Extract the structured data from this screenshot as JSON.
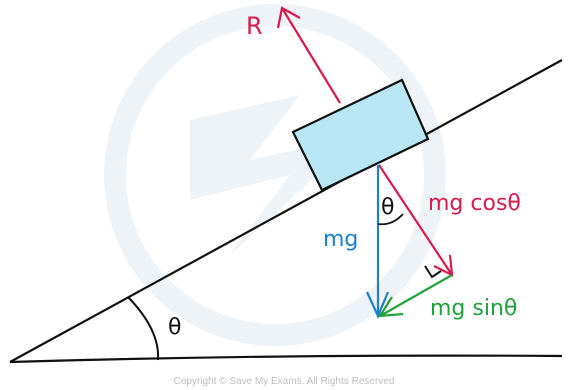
{
  "labels": {
    "reaction": "R",
    "weight": "mg",
    "normal_component": "mg cosθ",
    "parallel_component": "mg sinθ",
    "angle_incline": "θ",
    "angle_between": "θ"
  },
  "footer": {
    "copyright": "Copyright © Save My Exams. All Rights Reserved"
  },
  "colors": {
    "reaction": "#d81b4a",
    "weight": "#1e7fd0",
    "parallel": "#22a23a",
    "block_fill": "#b9e6f4",
    "line": "#111111",
    "watermark": "#e9f0f6",
    "copyright": "#bdbdbd"
  },
  "icons": {
    "right_angle_marker": "right-angle-square-icon",
    "watermark": "save-my-exams-logo-icon"
  }
}
